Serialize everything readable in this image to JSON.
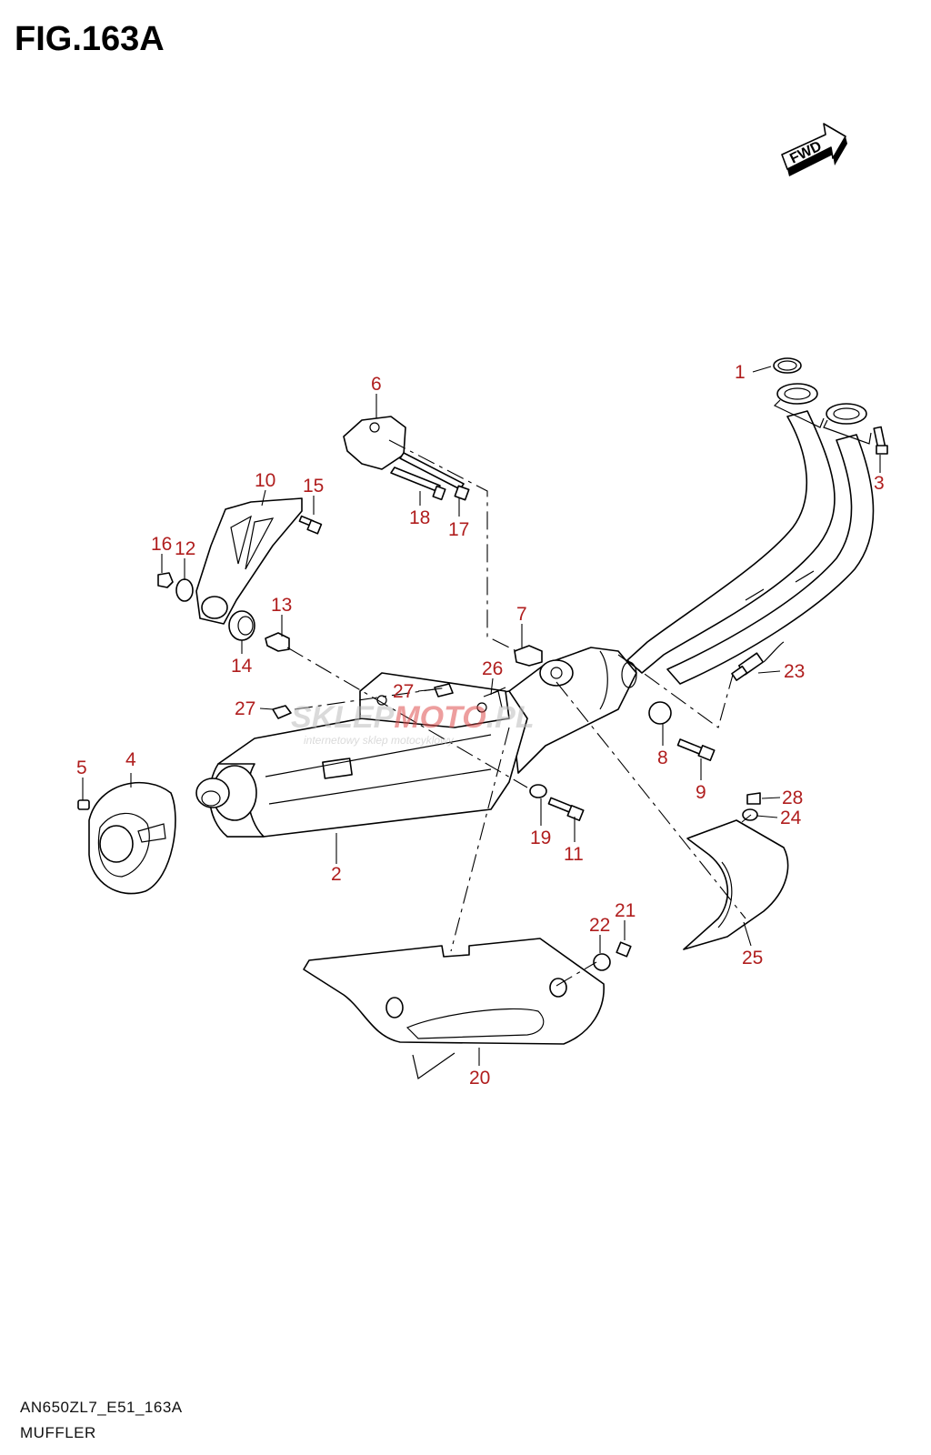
{
  "figure": {
    "title": "FIG.163A",
    "footer_code": "AN650ZL7_E51_163A",
    "footer_name": "MUFFLER",
    "fwd_label": "FWD"
  },
  "watermark": {
    "main_left": "SKLEP",
    "main_mid": "MOTO",
    "main_right": ".PL",
    "sub": "internetowy sklep motocyklowy"
  },
  "colors": {
    "callout": "#b01e1e",
    "line": "#000000",
    "watermark_red": "#e05050",
    "watermark_gray": "#bdbdbd"
  },
  "callouts": {
    "c1": "1",
    "c2": "2",
    "c3": "3",
    "c4": "4",
    "c5": "5",
    "c6": "6",
    "c7": "7",
    "c8": "8",
    "c9": "9",
    "c10": "10",
    "c11": "11",
    "c12": "12",
    "c13": "13",
    "c14": "14",
    "c15": "15",
    "c16": "16",
    "c17": "17",
    "c18": "18",
    "c19": "19",
    "c20": "20",
    "c21": "21",
    "c22": "22",
    "c23": "23",
    "c24": "24",
    "c25": "25",
    "c26": "26",
    "c27a": "27",
    "c27b": "27",
    "c28": "28"
  }
}
